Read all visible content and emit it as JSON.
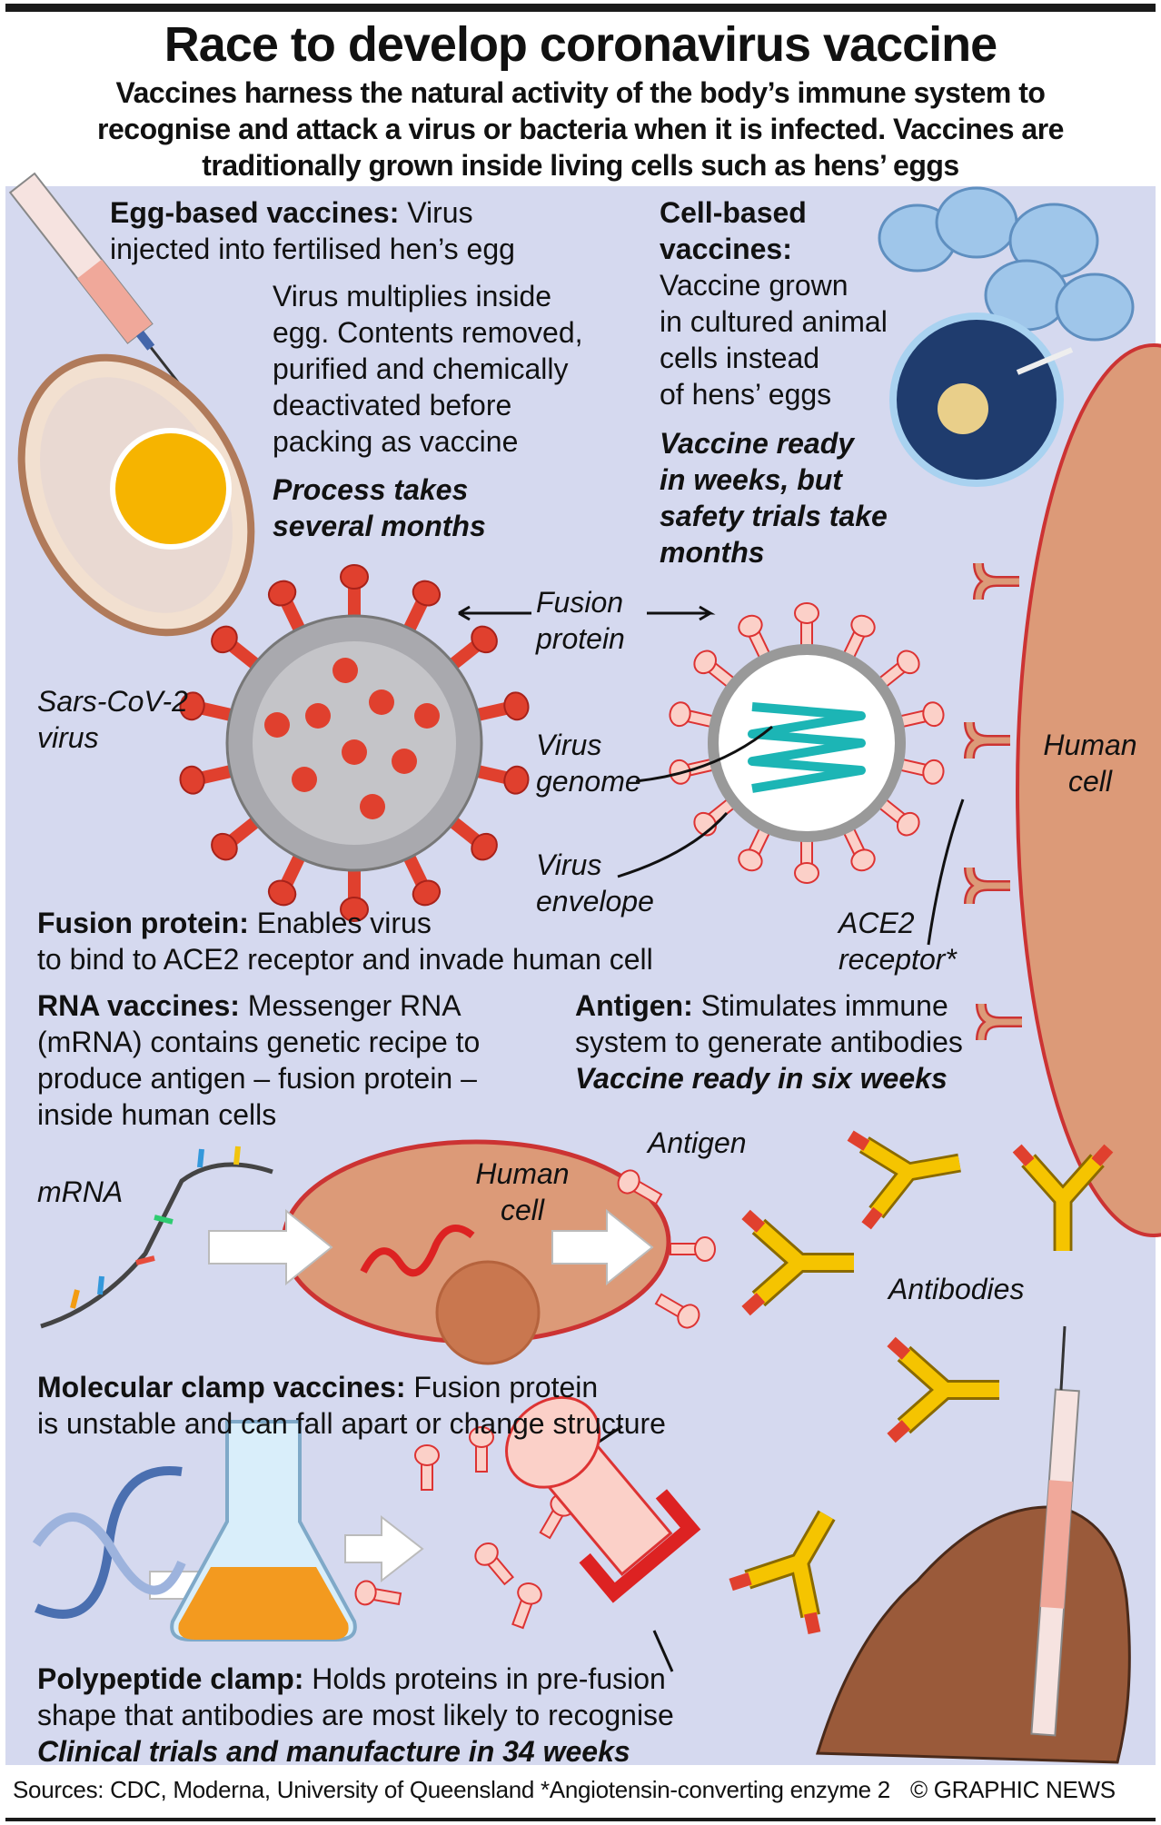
{
  "header": {
    "title": "Race to develop coronavirus vaccine",
    "subtitle": [
      "Vaccines harness the natural activity of the body’s immune system to",
      "recognise and attack a virus or bacteria when it is infected. Vaccines are",
      "traditionally grown inside living cells such as hens’ eggs"
    ]
  },
  "egg": {
    "heading": "Egg-based vaccines:",
    "line1_rest": " Virus",
    "line2": "injected into fertilised hen’s egg",
    "body": [
      "Virus multiplies inside",
      "egg. Contents removed,",
      "purified and chemically",
      "deactivated before",
      "packing as vaccine"
    ],
    "time": [
      "Process takes",
      "several months"
    ]
  },
  "cell": {
    "heading": [
      "Cell-based",
      "vaccines:"
    ],
    "body": [
      "Vaccine grown",
      "in cultured animal",
      "cells instead",
      "of hens’ eggs"
    ],
    "time": [
      "Vaccine ready",
      "in weeks, but",
      "safety trials take",
      "months"
    ]
  },
  "labels": {
    "fusion_protein": [
      "Fusion",
      "protein"
    ],
    "sars": [
      "Sars-CoV-2",
      "virus"
    ],
    "genome": [
      "Virus",
      "genome"
    ],
    "human_cell": [
      "Human",
      "cell"
    ],
    "envelope": [
      "Virus",
      "envelope"
    ],
    "ace2": [
      "ACE2",
      "receptor*"
    ],
    "mrna": "mRNA",
    "human_cell2": [
      "Human",
      "cell"
    ],
    "antigen": "Antigen",
    "antibodies": "Antibodies"
  },
  "fusion": {
    "heading": "Fusion protein:",
    "line1_rest": " Enables virus",
    "line2": "to bind to ACE2 receptor and invade human cell"
  },
  "rna": {
    "heading": "RNA vaccines:",
    "line1_rest": " Messenger RNA",
    "lines": [
      "(mRNA) contains genetic recipe to",
      "produce antigen – fusion protein –",
      "inside human cells"
    ]
  },
  "antigen": {
    "heading": "Antigen:",
    "line1_rest": " Stimulates immune",
    "line2": "system to generate antibodies",
    "time": "Vaccine ready in six weeks"
  },
  "clamp": {
    "heading": "Molecular clamp vaccines:",
    "line1_rest": " Fusion protein",
    "line2": "is unstable and can fall apart or change structure"
  },
  "poly": {
    "heading": "Polypeptide clamp:",
    "line1_rest": " Holds proteins in pre-fusion",
    "line2": "shape that antibodies are most likely to recognise",
    "time": "Clinical trials and manufacture in 34 weeks"
  },
  "footer": {
    "sources": "Sources: CDC, Moderna, University of Queensland *Angiotensin-converting enzyme 2",
    "credit": "© GRAPHIC NEWS"
  },
  "colors": {
    "panel": "#d5d9ef",
    "virus_red": "#e0402e",
    "human_cell": "#dc9a78",
    "antibody": "#f5c400",
    "yolk": "#f6b400"
  }
}
